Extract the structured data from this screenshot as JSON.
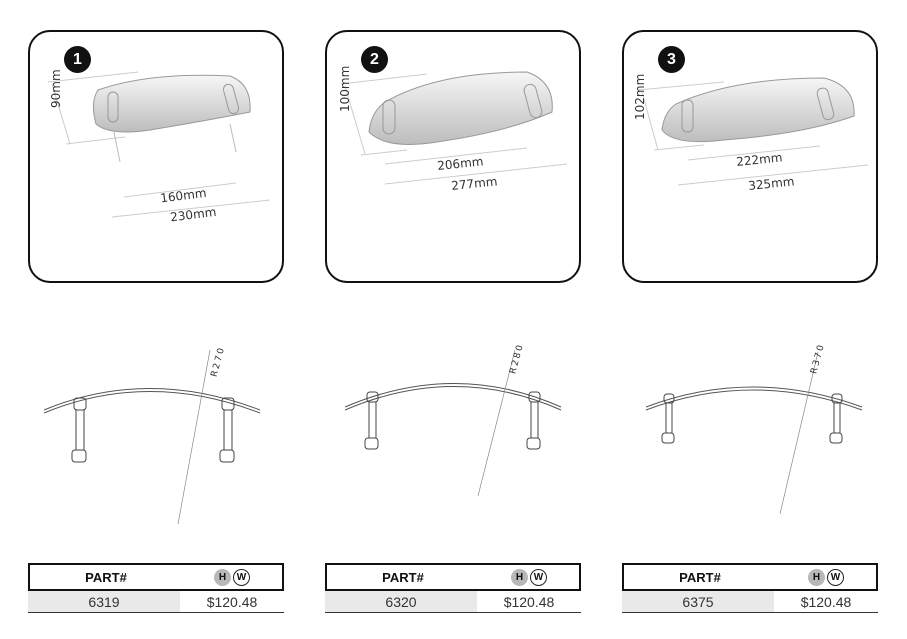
{
  "products": [
    {
      "number": "1",
      "height": "90mm",
      "mount_width": "160mm",
      "overall_width": "230mm",
      "radius": "R270",
      "table": {
        "header_part": "PART#",
        "icon_h": "H",
        "icon_w": "W",
        "part_number": "6319",
        "price": "$120.48"
      }
    },
    {
      "number": "2",
      "height": "100mm",
      "mount_width": "206mm",
      "overall_width": "277mm",
      "radius": "R280",
      "table": {
        "header_part": "PART#",
        "icon_h": "H",
        "icon_w": "W",
        "part_number": "6320",
        "price": "$120.48"
      }
    },
    {
      "number": "3",
      "height": "102mm",
      "mount_width": "222mm",
      "overall_width": "325mm",
      "radius": "R370",
      "table": {
        "header_part": "PART#",
        "icon_h": "H",
        "icon_w": "W",
        "part_number": "6375",
        "price": "$120.48"
      }
    }
  ],
  "colors": {
    "border": "#111111",
    "badge_bg": "#111111",
    "h_icon_bg": "#b8b8b8",
    "part_cell_bg": "#e9e9e9"
  }
}
